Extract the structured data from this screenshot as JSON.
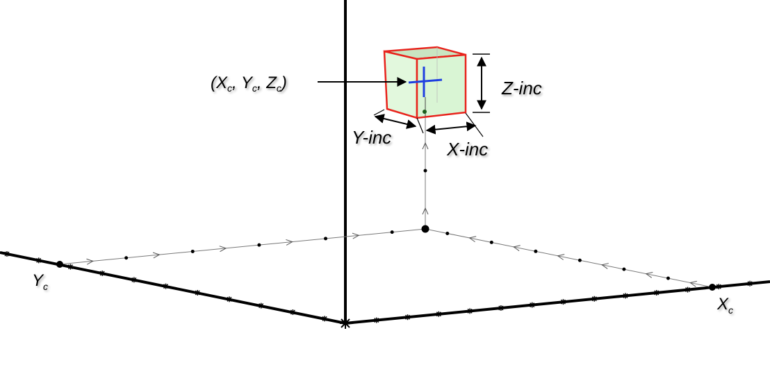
{
  "labels": {
    "point": {
      "open": "(X",
      "x_sub": "c",
      "sep1": ", Y",
      "y_sub": "c",
      "sep2": ", Z",
      "z_sub": "c",
      "close": ")"
    },
    "z_inc": "Z-inc",
    "y_inc": "Y-inc",
    "x_inc": "X-inc",
    "yc": {
      "main": "Y",
      "sub": "c"
    },
    "xc": {
      "main": "X",
      "sub": "c"
    }
  },
  "colors": {
    "axis": "#000000",
    "cube_edge": "#e8231c",
    "cube_fill": "#d9f5d4",
    "cube_top": "#c9e6c2",
    "crosshair": "#1f3fe0",
    "path": "#555555"
  }
}
